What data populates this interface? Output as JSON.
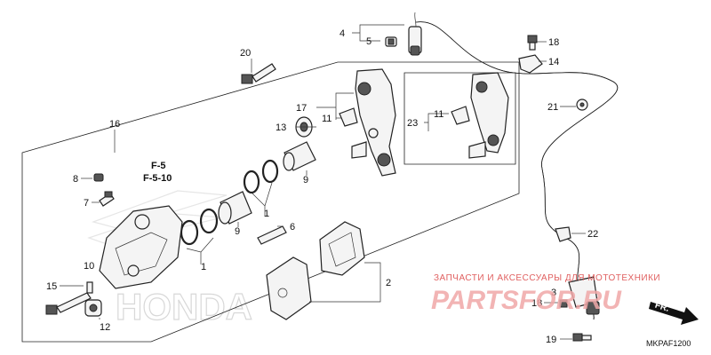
{
  "ref_labels": {
    "f5": "F-5",
    "f510": "F-5-10"
  },
  "callouts": {
    "c1a": "1",
    "c1b": "1",
    "c2": "2",
    "c3": "3",
    "c4": "4",
    "c5": "5",
    "c6": "6",
    "c7": "7",
    "c8": "8",
    "c9a": "9",
    "c9b": "9",
    "c10": "10",
    "c11a": "11",
    "c11b": "11",
    "c12": "12",
    "c13": "13",
    "c14": "14",
    "c15": "15",
    "c16": "16",
    "c17": "17",
    "c18a": "18",
    "c18b": "18",
    "c19": "19",
    "c20": "20",
    "c21": "21",
    "c22": "22",
    "c23": "23"
  },
  "direction_label": "FR.",
  "diagram_code": "MKPAF1200",
  "watermark": {
    "caption": "ЗАПЧАСТИ И АКСЕССУАРЫ ДЛЯ МОТОТЕХНИКИ",
    "logo": "PARTSFOR.RU",
    "brand": "HONDA"
  },
  "colors": {
    "line": "#222222",
    "watermark_red": "#e06060",
    "watermark_pink": "#f0a8a8"
  }
}
